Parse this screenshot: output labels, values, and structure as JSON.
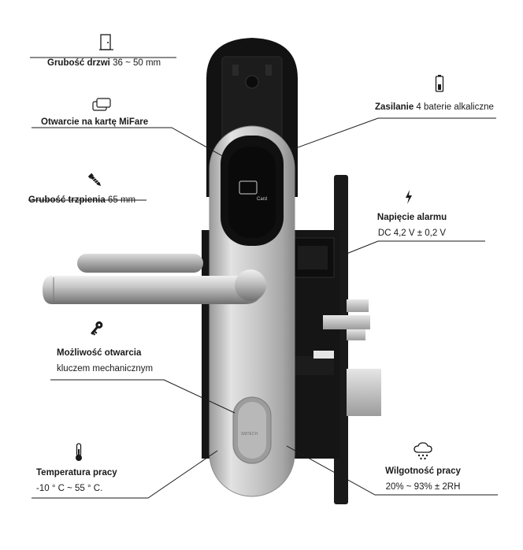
{
  "features": {
    "door_thickness": {
      "title": "Grubość drzwi",
      "value": "36 ~ 50 mm"
    },
    "mifare": {
      "title": "Otwarcie na kartę MiFare"
    },
    "spindle": {
      "title": "Grubość trzpienia",
      "value": "65 mm"
    },
    "mechanical_key": {
      "title": "Możliwość otwarcia",
      "value": "kluczem mechanicznym"
    },
    "temperature": {
      "title": "Temperatura pracy",
      "value": "-10 ° C ~ 55 ° C."
    },
    "power": {
      "title": "Zasilanie",
      "value": "4 baterie alkaliczne"
    },
    "alarm_voltage": {
      "title": "Napięcie alarmu",
      "value": "DC 4,2 V ± 0,2 V"
    },
    "humidity": {
      "title": "Wilgotność pracy",
      "value": "20% ~ 93% ± 2RH"
    }
  },
  "product": {
    "card_reader_text": "Card",
    "cylinder_brand": "SMTECH"
  },
  "colors": {
    "line": "#1a1a1a",
    "steel_light": "#d8d8d8",
    "steel_dark": "#8a8a8a",
    "black_panel": "#141414"
  }
}
